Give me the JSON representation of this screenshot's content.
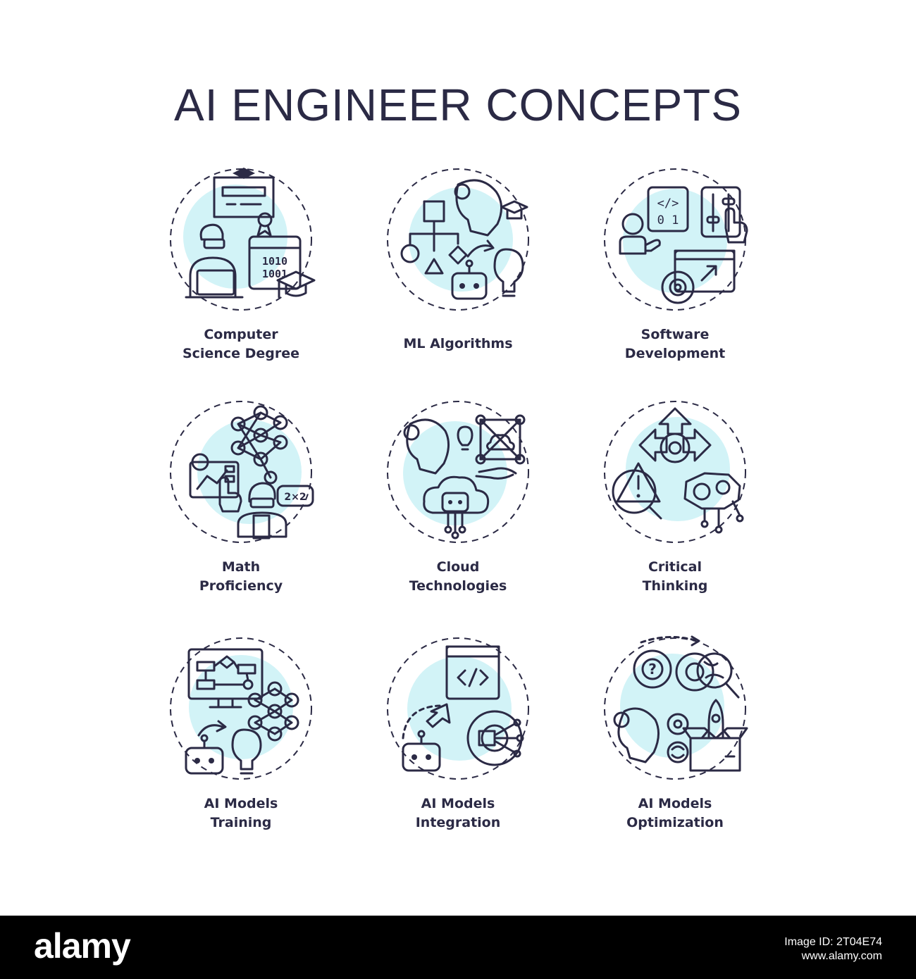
{
  "title": "AI ENGINEER CONCEPTS",
  "colors": {
    "ink": "#2b2a45",
    "blue": "#8fd3f0",
    "yellow": "#f7e47a",
    "aqua": "#d2f3f7"
  },
  "concepts": [
    {
      "line1": "Computer",
      "line2": "Science Degree"
    },
    {
      "line1": "ML Algorithms",
      "line2": ""
    },
    {
      "line1": "Software",
      "line2": "Development"
    },
    {
      "line1": "Math",
      "line2": "Proficiency"
    },
    {
      "line1": "Cloud",
      "line2": "Technologies"
    },
    {
      "line1": "Critical",
      "line2": "Thinking"
    },
    {
      "line1": "AI Models",
      "line2": "Training"
    },
    {
      "line1": "AI Models",
      "line2": "Integration"
    },
    {
      "line1": "AI Models",
      "line2": "Optimization"
    }
  ],
  "icon_text": {
    "binary_top": "1010",
    "binary_bottom": "1001",
    "code_tag": "</>",
    "code_digits": "0 1",
    "math_bubble": "2×2"
  },
  "footer": {
    "logo": "alamy",
    "line1": "Image ID: 2T04E74",
    "line2": "www.alamy.com"
  }
}
